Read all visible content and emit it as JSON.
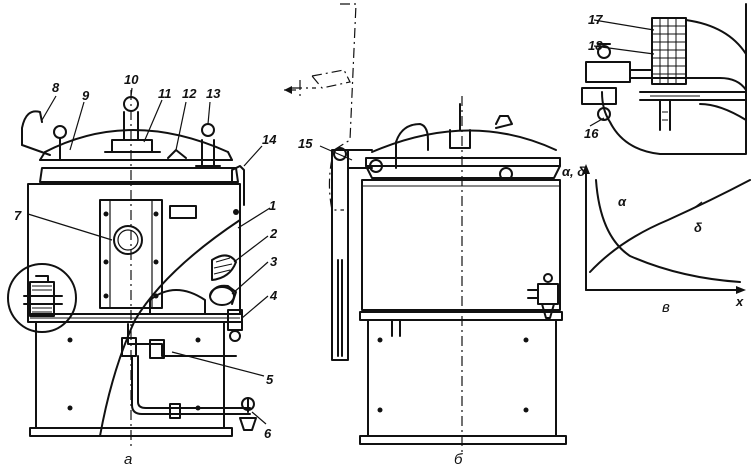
{
  "callouts": [
    "1",
    "2",
    "3",
    "4",
    "5",
    "6",
    "7",
    "8",
    "9",
    "10",
    "11",
    "12",
    "13",
    "14",
    "15",
    "16",
    "17",
    "18"
  ],
  "view_captions": {
    "a": "а",
    "b": "б",
    "c": "в"
  },
  "graph": {
    "y_label": "α, δ",
    "x_label": "x",
    "curve_alpha": "α",
    "curve_delta": "δ"
  },
  "colors": {
    "ink": "#111111",
    "paper": "#ffffff"
  }
}
